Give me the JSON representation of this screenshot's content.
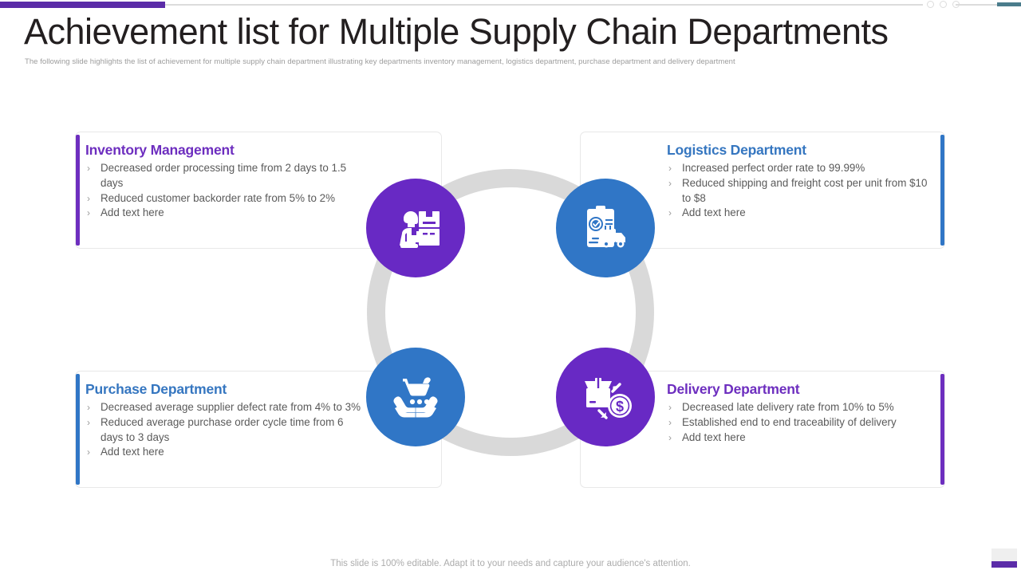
{
  "header": {
    "title": "Achievement list for Multiple Supply Chain Departments",
    "subtitle": "The following slide highlights the list of achievement for multiple  supply chain department illustrating key departments inventory management,  logistics department,  purchase department and delivery department"
  },
  "colors": {
    "purple": "#6D2EBF",
    "purple_dark": "#5B2CA8",
    "blue": "#3076C6",
    "ring_gray": "#D9D9D9",
    "teal": "#4A7C8C",
    "body_text": "#5A5A5A",
    "subtitle_text": "#9C9C9C"
  },
  "cards": [
    {
      "id": "inventory-management",
      "title": "Inventory Management",
      "accent_color": "#6D2EBF",
      "accent_side": "left",
      "bullet_glyph": "›",
      "bullets": [
        "Decreased order processing time from 2 days to 1.5 days",
        "Reduced customer backorder rate from 5% to 2%",
        "Add text here"
      ]
    },
    {
      "id": "logistics-department",
      "title": "Logistics Department",
      "accent_color": "#3076C6",
      "accent_side": "right",
      "bullet_glyph": "›",
      "bullets": [
        "Increased perfect order rate to 99.99%",
        "Reduced shipping and freight cost per unit from $10 to $8",
        "Add text here"
      ]
    },
    {
      "id": "purchase-department",
      "title": "Purchase Department",
      "accent_color": "#3076C6",
      "accent_side": "left",
      "bullet_glyph": "›",
      "bullets": [
        "Decreased average supplier defect rate from 4% to 3%",
        "Reduced average purchase order cycle time from 6 days to 3 days",
        "Add text here"
      ]
    },
    {
      "id": "delivery-department",
      "title": "Delivery Department",
      "accent_color": "#6D2EBF",
      "accent_side": "right",
      "bullet_glyph": "›",
      "bullets": [
        "Decreased late delivery rate from 10% to 5%",
        "Established end to end traceability of delivery",
        "Add text here"
      ]
    }
  ],
  "icons": [
    {
      "id": "inventory-worker-boxes-icon",
      "circle_color": "#6829C4"
    },
    {
      "id": "logistics-clipboard-truck-icon",
      "circle_color": "#3076C6"
    },
    {
      "id": "purchase-hands-cart-icon",
      "circle_color": "#3076C6"
    },
    {
      "id": "delivery-box-money-icon",
      "circle_color": "#6829C4"
    }
  ],
  "footer": {
    "note": "This slide is 100% editable. Adapt it to your needs and capture your audience's attention."
  }
}
